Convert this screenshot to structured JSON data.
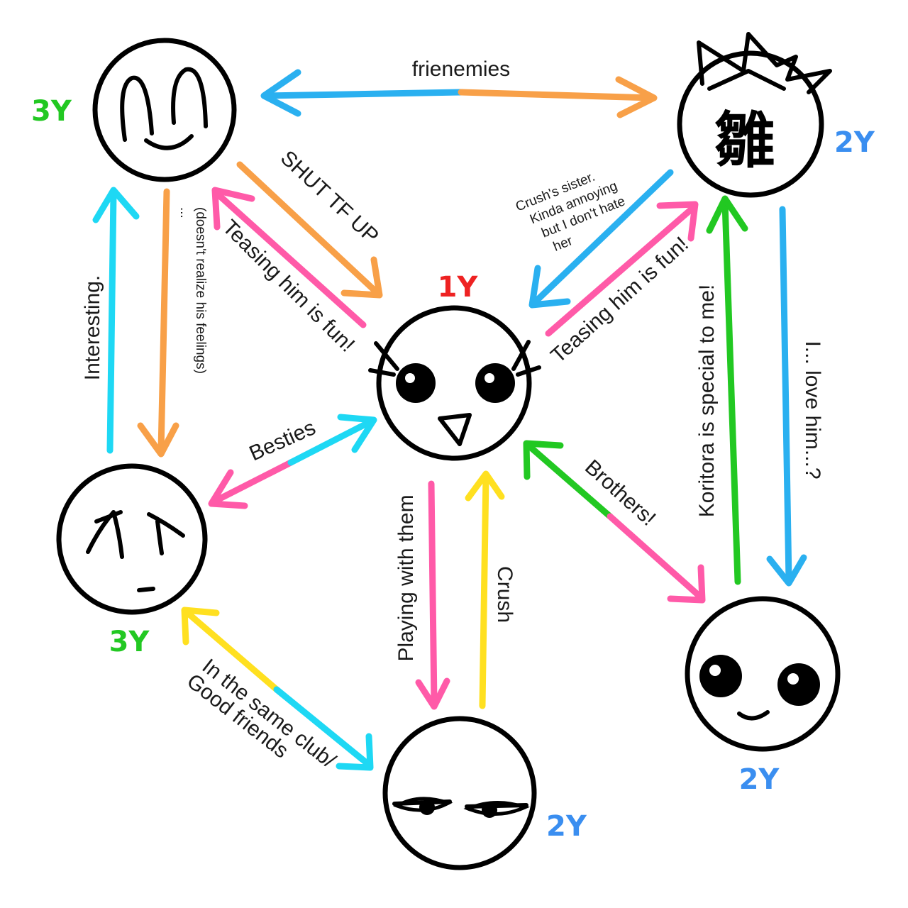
{
  "colors": {
    "orange": "#f8a048",
    "pink": "#ff5aa8",
    "blue": "#2ab0f0",
    "cyan": "#1ed8f4",
    "green": "#22c822",
    "yellow": "#ffe020",
    "year_green": "#22c822",
    "year_red": "#ee2222",
    "year_blue": "#3a8ef0"
  },
  "nodes": {
    "top_left": {
      "icon": "smiling-face-icon",
      "year": "3Y"
    },
    "top_right": {
      "icon": "hina-kanji-face-icon",
      "year": "2Y",
      "kanji": "雛"
    },
    "center": {
      "icon": "big-eyed-face-icon",
      "year": "1Y"
    },
    "mid_left": {
      "icon": "worried-face-icon",
      "year": "3Y"
    },
    "bottom_center": {
      "icon": "half-lidded-face-icon",
      "year": "2Y"
    },
    "bottom_right": {
      "icon": "round-eyed-smile-icon",
      "year": "2Y"
    }
  },
  "edges": {
    "frienemies": "frienemies",
    "shut_up": "SHUT TF UP",
    "teasing_left": "Teasing him is fun!",
    "crush_sister": [
      "Crush's sister.",
      "Kinda annoying",
      "but I don't hate",
      "her"
    ],
    "teasing_right": "Teasing him is fun!",
    "interesting": "Interesting.",
    "doesnt_realize": [
      "...",
      "(doesn't realize his feelings)"
    ],
    "besties": "Besties",
    "koritora": "Koritora is special to me!",
    "love_him": "I... love him...?",
    "brothers": "Brothers!",
    "playing": "Playing with them",
    "crush": "Crush",
    "same_club": [
      "In the same club/",
      "Good friends"
    ]
  }
}
